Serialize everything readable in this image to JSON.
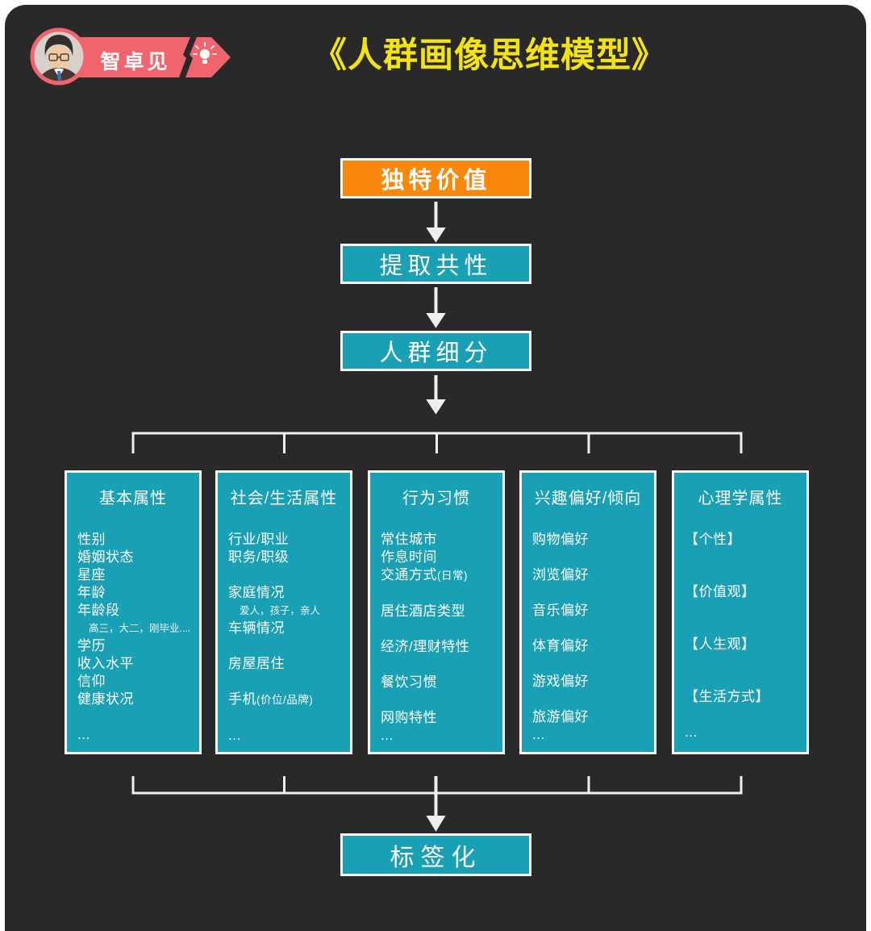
{
  "colors": {
    "background": "#2a2929",
    "frame": "#ffffff",
    "teal": "#1aa0b5",
    "orange": "#f8870d",
    "banner_pink": "#ef646d",
    "title_yellow": "#f2e113",
    "line_white": "#efefef"
  },
  "header": {
    "author": "智卓见",
    "title": "《人群画像思维模型》",
    "icon": "lightbulb-icon"
  },
  "flow": {
    "nodes": [
      {
        "label": "独特价值",
        "color": "#f8870d"
      },
      {
        "label": "提取共性",
        "color": "#1aa0b5"
      },
      {
        "label": "人群细分",
        "color": "#1aa0b5"
      }
    ],
    "result_node": {
      "label": "标签化",
      "color": "#1aa0b5"
    }
  },
  "columns": [
    {
      "title": "基本属性",
      "rows": [
        {
          "t": "性别"
        },
        {
          "t": "婚姻状态"
        },
        {
          "t": "星座"
        },
        {
          "t": "年龄"
        },
        {
          "t": "年龄段"
        },
        {
          "t": "高三，大二，刚毕业....",
          "sub": true
        },
        {
          "t": "学历"
        },
        {
          "t": "收入水平"
        },
        {
          "t": "信仰"
        },
        {
          "t": "健康状况"
        },
        {
          "gap": "md"
        },
        {
          "t": "..."
        }
      ]
    },
    {
      "title": "社会/生活属性",
      "rows": [
        {
          "t": "行业/职业"
        },
        {
          "t": "职务/职级"
        },
        {
          "gap": "md"
        },
        {
          "t": "家庭情况"
        },
        {
          "t": "爱人，孩子，亲人",
          "sub": true
        },
        {
          "t": "车辆情况"
        },
        {
          "gap": "md"
        },
        {
          "t": "房屋居住"
        },
        {
          "gap": "md"
        },
        {
          "t": "手机",
          "note": "(价位/品牌)"
        },
        {
          "gap": "md"
        },
        {
          "t": "..."
        }
      ]
    },
    {
      "title": "行为习惯",
      "rows": [
        {
          "t": "常住城市"
        },
        {
          "t": "作息时间"
        },
        {
          "t": "交通方式",
          "note": "(日常)"
        },
        {
          "gap": "md"
        },
        {
          "t": "居住酒店类型"
        },
        {
          "gap": "md"
        },
        {
          "t": "经济/理财特性"
        },
        {
          "gap": "md"
        },
        {
          "t": "餐饮习惯"
        },
        {
          "gap": "md"
        },
        {
          "t": "网购特性"
        },
        {
          "t": "..."
        }
      ]
    },
    {
      "title": "兴趣偏好/倾向",
      "rows": [
        {
          "t": "购物偏好"
        },
        {
          "gap": "md"
        },
        {
          "t": "浏览偏好"
        },
        {
          "gap": "md"
        },
        {
          "t": "音乐偏好"
        },
        {
          "gap": "md"
        },
        {
          "t": "体育偏好"
        },
        {
          "gap": "md"
        },
        {
          "t": "游戏偏好"
        },
        {
          "gap": "md"
        },
        {
          "t": "旅游偏好"
        },
        {
          "t": "..."
        }
      ]
    },
    {
      "title": "心理学属性",
      "rows": [
        {
          "t": "【个性】"
        },
        {
          "gap": "lg"
        },
        {
          "t": "【价值观】"
        },
        {
          "gap": "lg"
        },
        {
          "t": "【人生观】"
        },
        {
          "gap": "lg"
        },
        {
          "t": "【生活方式】"
        },
        {
          "gap": "md"
        },
        {
          "t": "..."
        }
      ]
    }
  ]
}
